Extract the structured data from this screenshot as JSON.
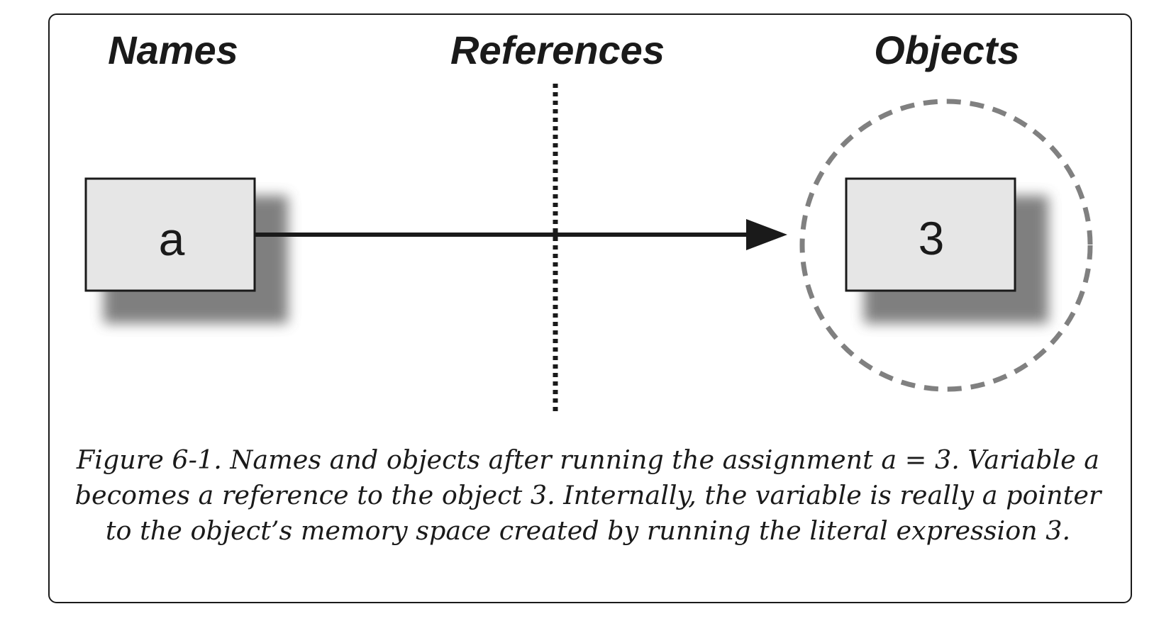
{
  "headings": {
    "names": "Names",
    "references": "References",
    "objects": "Objects"
  },
  "name_box": {
    "label": "a"
  },
  "object_box": {
    "label": "3"
  },
  "caption": "Figure 6-1. Names and objects after running the assignment a = 3. Variable a becomes a reference to the object 3. Internally, the variable is really a pointer to the object’s memory space created by running the literal expression 3.",
  "colors": {
    "box_fill": "#e6e6e6",
    "stroke": "#1a1a1a",
    "dashed_circle": "#808080"
  }
}
